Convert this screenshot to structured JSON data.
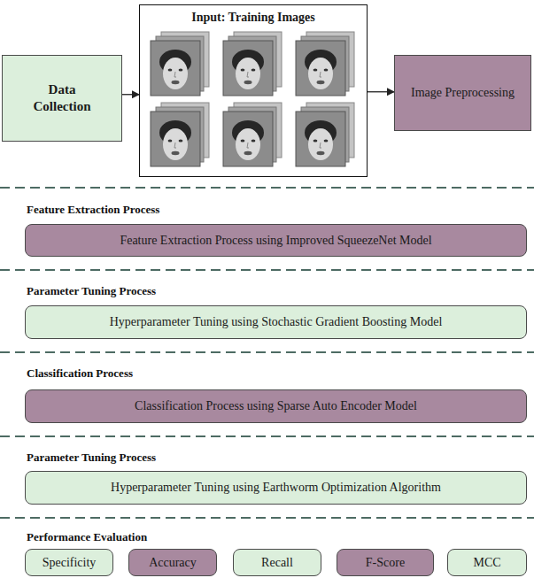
{
  "diagram": {
    "nodes": [
      {
        "text": [
          "Data Collection"
        ]
      },
      {
        "text": [
          "Input: Training Images"
        ]
      },
      {
        "text": [
          "Image Preprocessing"
        ]
      },
      {
        "text": [
          "Feature Extraction Process using Improved SqueezeNet Model"
        ]
      },
      {
        "text": [
          "Hyperparameter Tuning using Stochastic Gradient Boosting Model"
        ]
      },
      {
        "text": [
          "Classification Process using Sparse Auto Encoder Model"
        ]
      },
      {
        "text": [
          "Hyperparameter Tuning using Earthworm Optimization Algorithm"
        ]
      },
      {
        "text": [
          "Specificity"
        ]
      },
      {
        "text": [
          "Accuracy"
        ]
      },
      {
        "text": [
          "Recall"
        ]
      },
      {
        "text": [
          "F-Score"
        ]
      },
      {
        "text": [
          "MCC"
        ]
      }
    ],
    "edges": [
      {
        "from": 0,
        "to": 1,
        "arrow": "to"
      },
      {
        "from": 1,
        "to": 2,
        "arrow": "to"
      }
    ],
    "labels": [
      "Feature Extraction Process",
      "Parameter Tuning Process",
      "Classification Process",
      "Parameter Tuning Process",
      "Performance Evaluation"
    ]
  }
}
